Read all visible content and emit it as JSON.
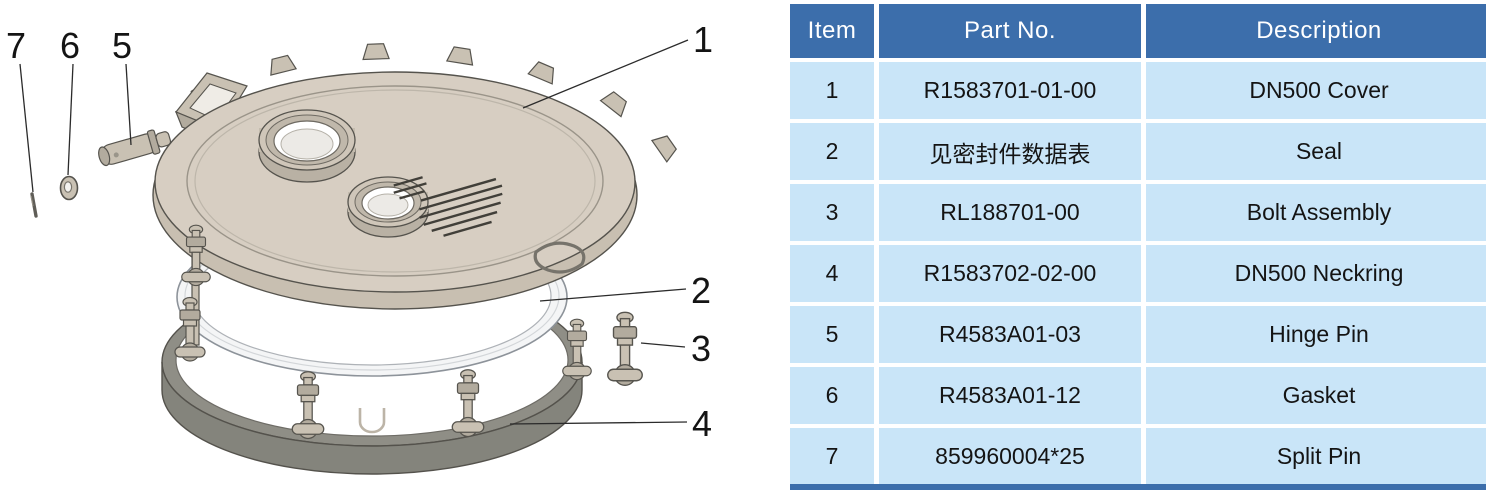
{
  "diagram": {
    "callouts": [
      {
        "number": "1"
      },
      {
        "number": "2"
      },
      {
        "number": "3"
      },
      {
        "number": "4"
      },
      {
        "number": "5"
      },
      {
        "number": "6"
      },
      {
        "number": "7"
      }
    ]
  },
  "table": {
    "columns": [
      "Item",
      "Part No.",
      "Description"
    ],
    "rows": [
      {
        "item": "1",
        "part_no": "R1583701-01-00",
        "description": "DN500 Cover"
      },
      {
        "item": "2",
        "part_no": "见密封件数据表",
        "description": "Seal"
      },
      {
        "item": "3",
        "part_no": "RL188701-00",
        "description": "Bolt Assembly"
      },
      {
        "item": "4",
        "part_no": "R1583702-02-00",
        "description": "DN500 Neckring"
      },
      {
        "item": "5",
        "part_no": "R4583A01-03",
        "description": "Hinge Pin"
      },
      {
        "item": "6",
        "part_no": "R4583A01-12",
        "description": "Gasket"
      },
      {
        "item": "7",
        "part_no": "859960004*25",
        "description": "Split Pin"
      }
    ],
    "colors": {
      "header_bg": "#3c6eab",
      "header_text": "#ffffff",
      "row_bg": "#c9e5f8",
      "row_text": "#141414"
    }
  }
}
